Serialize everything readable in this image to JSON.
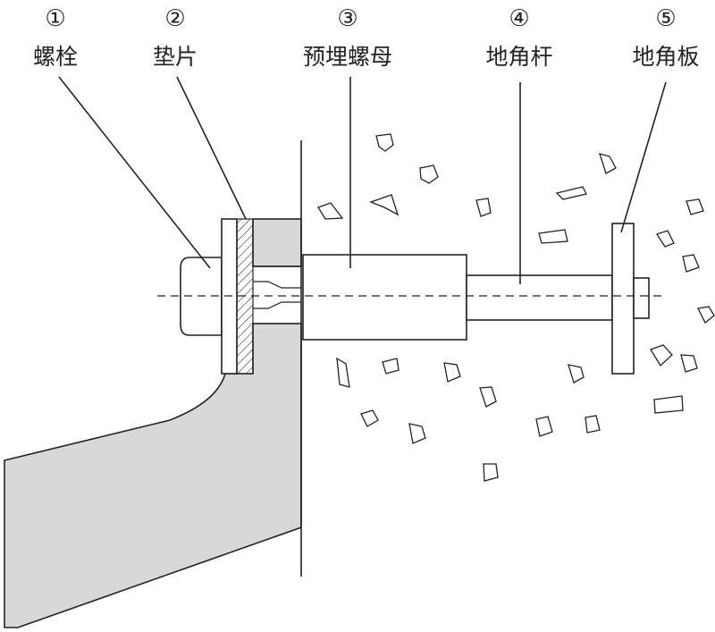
{
  "callouts": [
    {
      "number": "①",
      "label": "螺栓"
    },
    {
      "number": "②",
      "label": "垫片"
    },
    {
      "number": "③",
      "label": "预埋螺母"
    },
    {
      "number": "④",
      "label": "地角杆"
    },
    {
      "number": "⑤",
      "label": "地角板"
    }
  ]
}
